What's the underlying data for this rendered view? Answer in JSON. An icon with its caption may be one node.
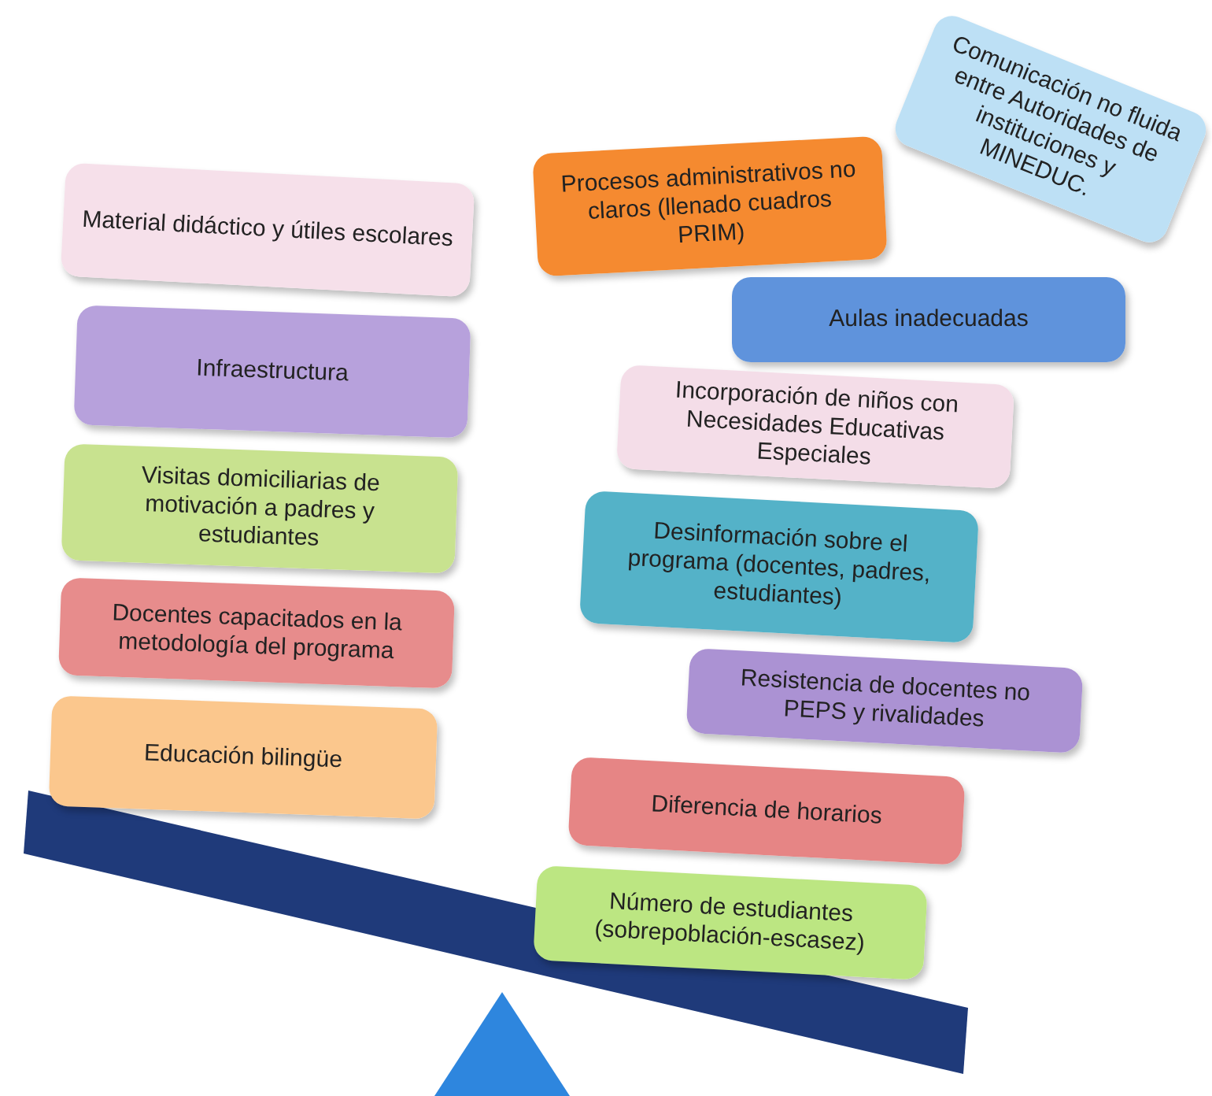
{
  "diagram": {
    "nodes": [
      {
        "text": [
          "Material didáctico y útiles escolares"
        ]
      },
      {
        "text": [
          "Infraestructura"
        ]
      },
      {
        "text": [
          "Visitas domiciliarias de motivación a padres y estudiantes"
        ]
      },
      {
        "text": [
          "Docentes capacitados en la metodología del programa"
        ]
      },
      {
        "text": [
          "Educación bilingüe"
        ]
      },
      {
        "text": [
          "Comunicación no fluida entre Autoridades de instituciones y MINEDUC."
        ]
      },
      {
        "text": [
          "Procesos administrativos no claros (llenado cuadros PRIM)"
        ]
      },
      {
        "text": [
          "Aulas inadecuadas"
        ]
      },
      {
        "text": [
          "Incorporación de niños con Necesidades Educativas Especiales"
        ]
      },
      {
        "text": [
          "Desinformación sobre el programa (docentes, padres, estudiantes)"
        ]
      },
      {
        "text": [
          "Resistencia de docentes no PEPS y rivalidades"
        ]
      },
      {
        "text": [
          "Diferencia de horarios"
        ]
      },
      {
        "text": [
          "Número de estudiantes (sobrepoblación-escasez)"
        ]
      }
    ]
  }
}
